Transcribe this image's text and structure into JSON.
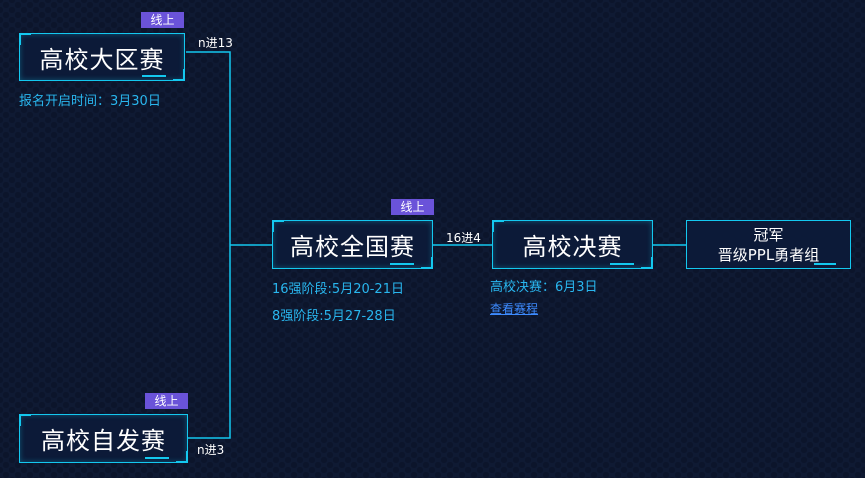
{
  "stages": {
    "regional": {
      "name": "高校大区赛",
      "badge": "线上",
      "advance": "n进13",
      "note": "报名开启时间：3月30日"
    },
    "independent": {
      "name": "高校自发赛",
      "badge": "线上",
      "advance": "n进3"
    },
    "national": {
      "name": "高校全国赛",
      "badge": "线上",
      "advance": "16进4",
      "notes": [
        "16强阶段:5月20-21日",
        "8强阶段:5月27-28日"
      ]
    },
    "final": {
      "name": "高校决赛",
      "note": "高校决赛：6月3日",
      "link": "查看赛程"
    },
    "champion": {
      "line1": "冠军",
      "line2": "晋级PPL勇者组"
    }
  },
  "colors": {
    "line": "#14c8ef",
    "badge": "#6a53d9",
    "note": "#29b6ee",
    "link": "#3d8bff",
    "background": "#0f1a33"
  }
}
